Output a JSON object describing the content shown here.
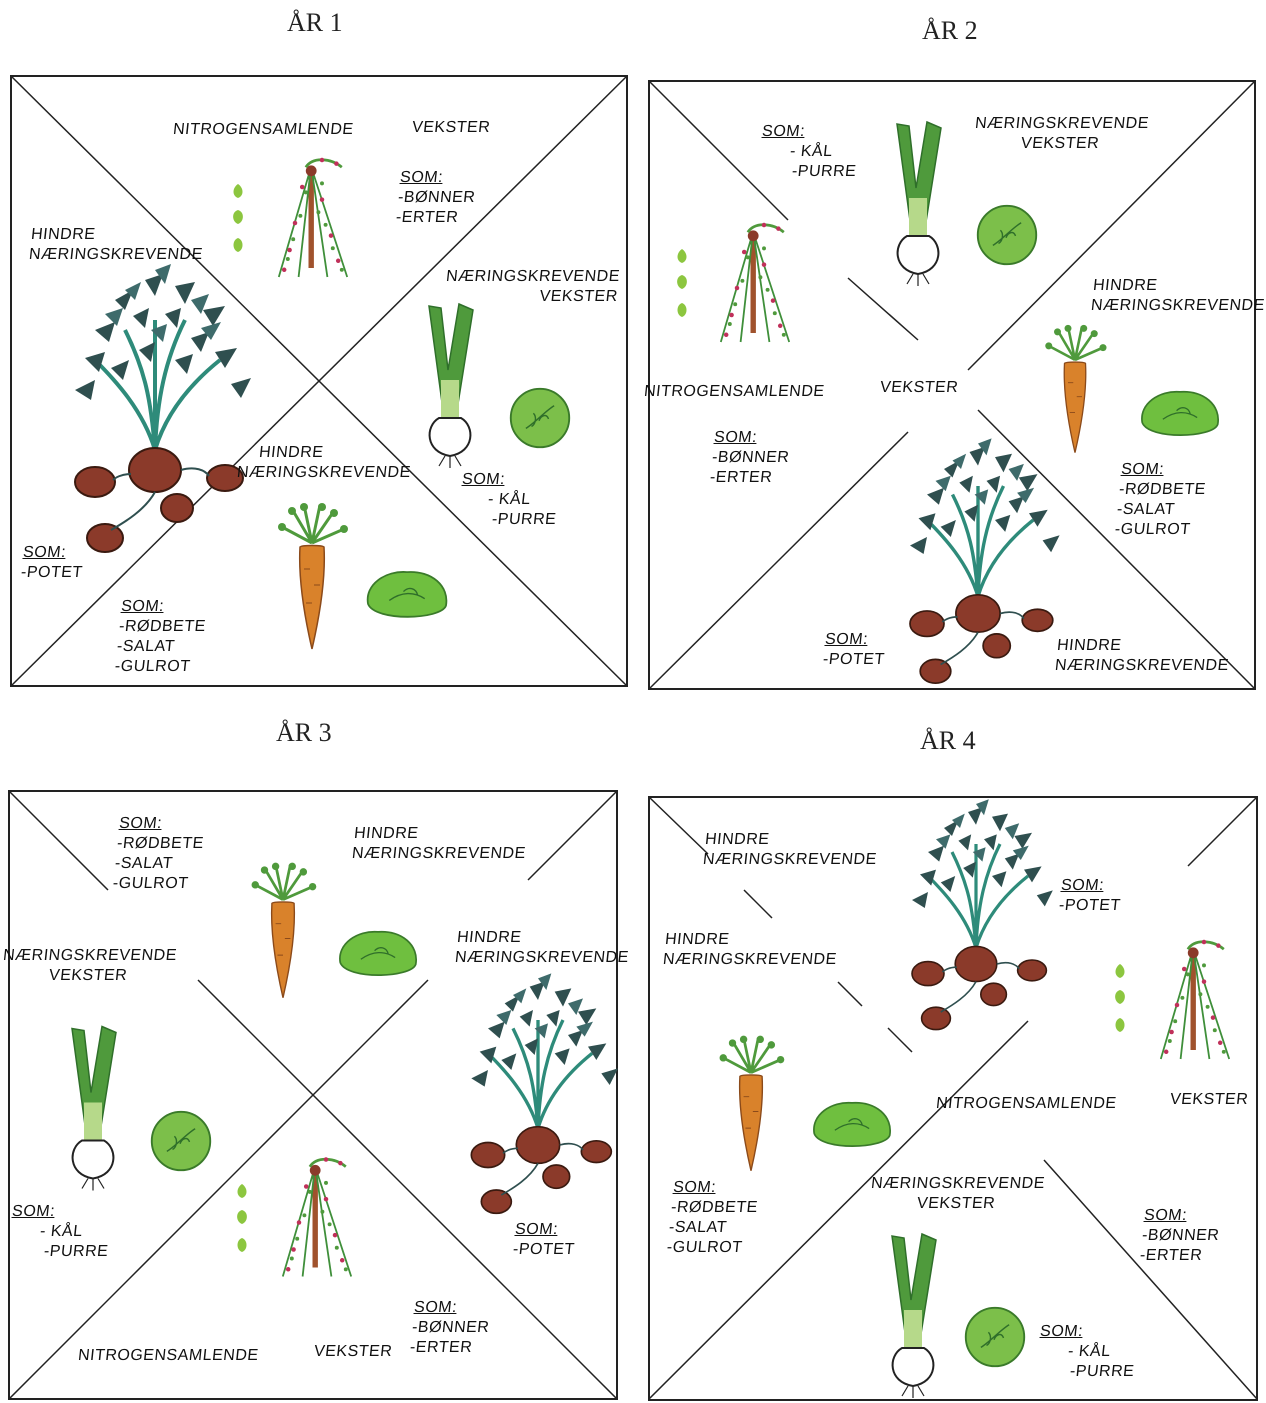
{
  "years": [
    {
      "title": "ÅR 1",
      "labels": {
        "top_a": "NITROGENSAMLENDE",
        "top_b": "VEKSTER",
        "top_som": "SOM:",
        "top_items": [
          "-BØNNER",
          "-ERTER"
        ],
        "left_title": [
          "HINDRE",
          "NÆRINGSKREVENDE"
        ],
        "left_som": "SOM:",
        "left_items": [
          "-POTET"
        ],
        "right_title": [
          "NÆRINGSKREVENDE",
          "VEKSTER"
        ],
        "right_som": "SOM:",
        "right_items": [
          "- KÅL",
          "-PURRE"
        ],
        "bottom_title": [
          "HINDRE",
          "NÆRINGSKREVENDE"
        ],
        "bottom_som": "SOM:",
        "bottom_items": [
          "-RØDBETE",
          "-SALAT",
          "-GULROT"
        ]
      }
    },
    {
      "title": "ÅR 2",
      "labels": {
        "top_som": "SOM:",
        "top_items": [
          "- KÅL",
          "-PURRE"
        ],
        "top_title": [
          "NÆRINGSKREVENDE",
          "VEKSTER"
        ],
        "left_a": "NITROGENSAMLENDE",
        "left_b": "VEKSTER",
        "left_som": "SOM:",
        "left_items": [
          "-BØNNER",
          "-ERTER"
        ],
        "right_title": [
          "HINDRE",
          "NÆRINGSKREVENDE"
        ],
        "right_som": "SOM:",
        "right_items": [
          "-RØDBETE",
          "-SALAT",
          "-GULROT"
        ],
        "bottom_som": "SOM:",
        "bottom_items": [
          "-POTET"
        ],
        "bottom_title": [
          "HINDRE",
          "NÆRINGSKREVENDE"
        ]
      }
    },
    {
      "title": "ÅR 3",
      "labels": {
        "top_som": "SOM:",
        "top_items": [
          "-RØDBETE",
          "-SALAT",
          "-GULROT"
        ],
        "top_title": [
          "HINDRE",
          "NÆRINGSKREVENDE"
        ],
        "left_title": [
          "NÆRINGSKREVENDE",
          "VEKSTER"
        ],
        "left_som": "SOM:",
        "left_items": [
          "- KÅL",
          "-PURRE"
        ],
        "right_title": [
          "HINDRE",
          "NÆRINGSKREVENDE"
        ],
        "right_som": "SOM:",
        "right_items": [
          "-POTET"
        ],
        "bottom_a": "NITROGENSAMLENDE",
        "bottom_b": "VEKSTER",
        "bottom_som": "SOM:",
        "bottom_items": [
          "-BØNNER",
          "-ERTER"
        ]
      }
    },
    {
      "title": "ÅR 4",
      "labels": {
        "top_title": [
          "HINDRE",
          "NÆRINGSKREVENDE"
        ],
        "top_som": "SOM:",
        "top_items": [
          "-POTET"
        ],
        "left_title": [
          "HINDRE",
          "NÆRINGSKREVENDE"
        ],
        "left_som": "SOM:",
        "left_items": [
          "-RØDBETE",
          "-SALAT",
          "-GULROT"
        ],
        "right_a": "NITROGENSAMLENDE",
        "right_b": "VEKSTER",
        "right_som": "SOM:",
        "right_items": [
          "-BØNNER",
          "-ERTER"
        ],
        "bottom_title": [
          "NÆRINGSKREVENDE",
          "VEKSTER"
        ],
        "bottom_som": "SOM:",
        "bottom_items": [
          "- KÅL",
          "-PURRE"
        ]
      }
    }
  ],
  "colors": {
    "leaf_green": "#4f9a3c",
    "light_green": "#8cc63f",
    "dark_foliage": "#2f4f4f",
    "stem_teal": "#2e8b7a",
    "potato": "#8b3a2a",
    "carrot": "#d9822b",
    "pole": "#a0522d",
    "berry": "#c0305a",
    "cabbage": "#7cbf4a",
    "lettuce": "#6fbf3f"
  },
  "icons": [
    "bean-plant-icon",
    "leek-icon",
    "cabbage-icon",
    "carrot-icon",
    "lettuce-icon",
    "potato-plant-icon",
    "bean-sprout-icon"
  ]
}
